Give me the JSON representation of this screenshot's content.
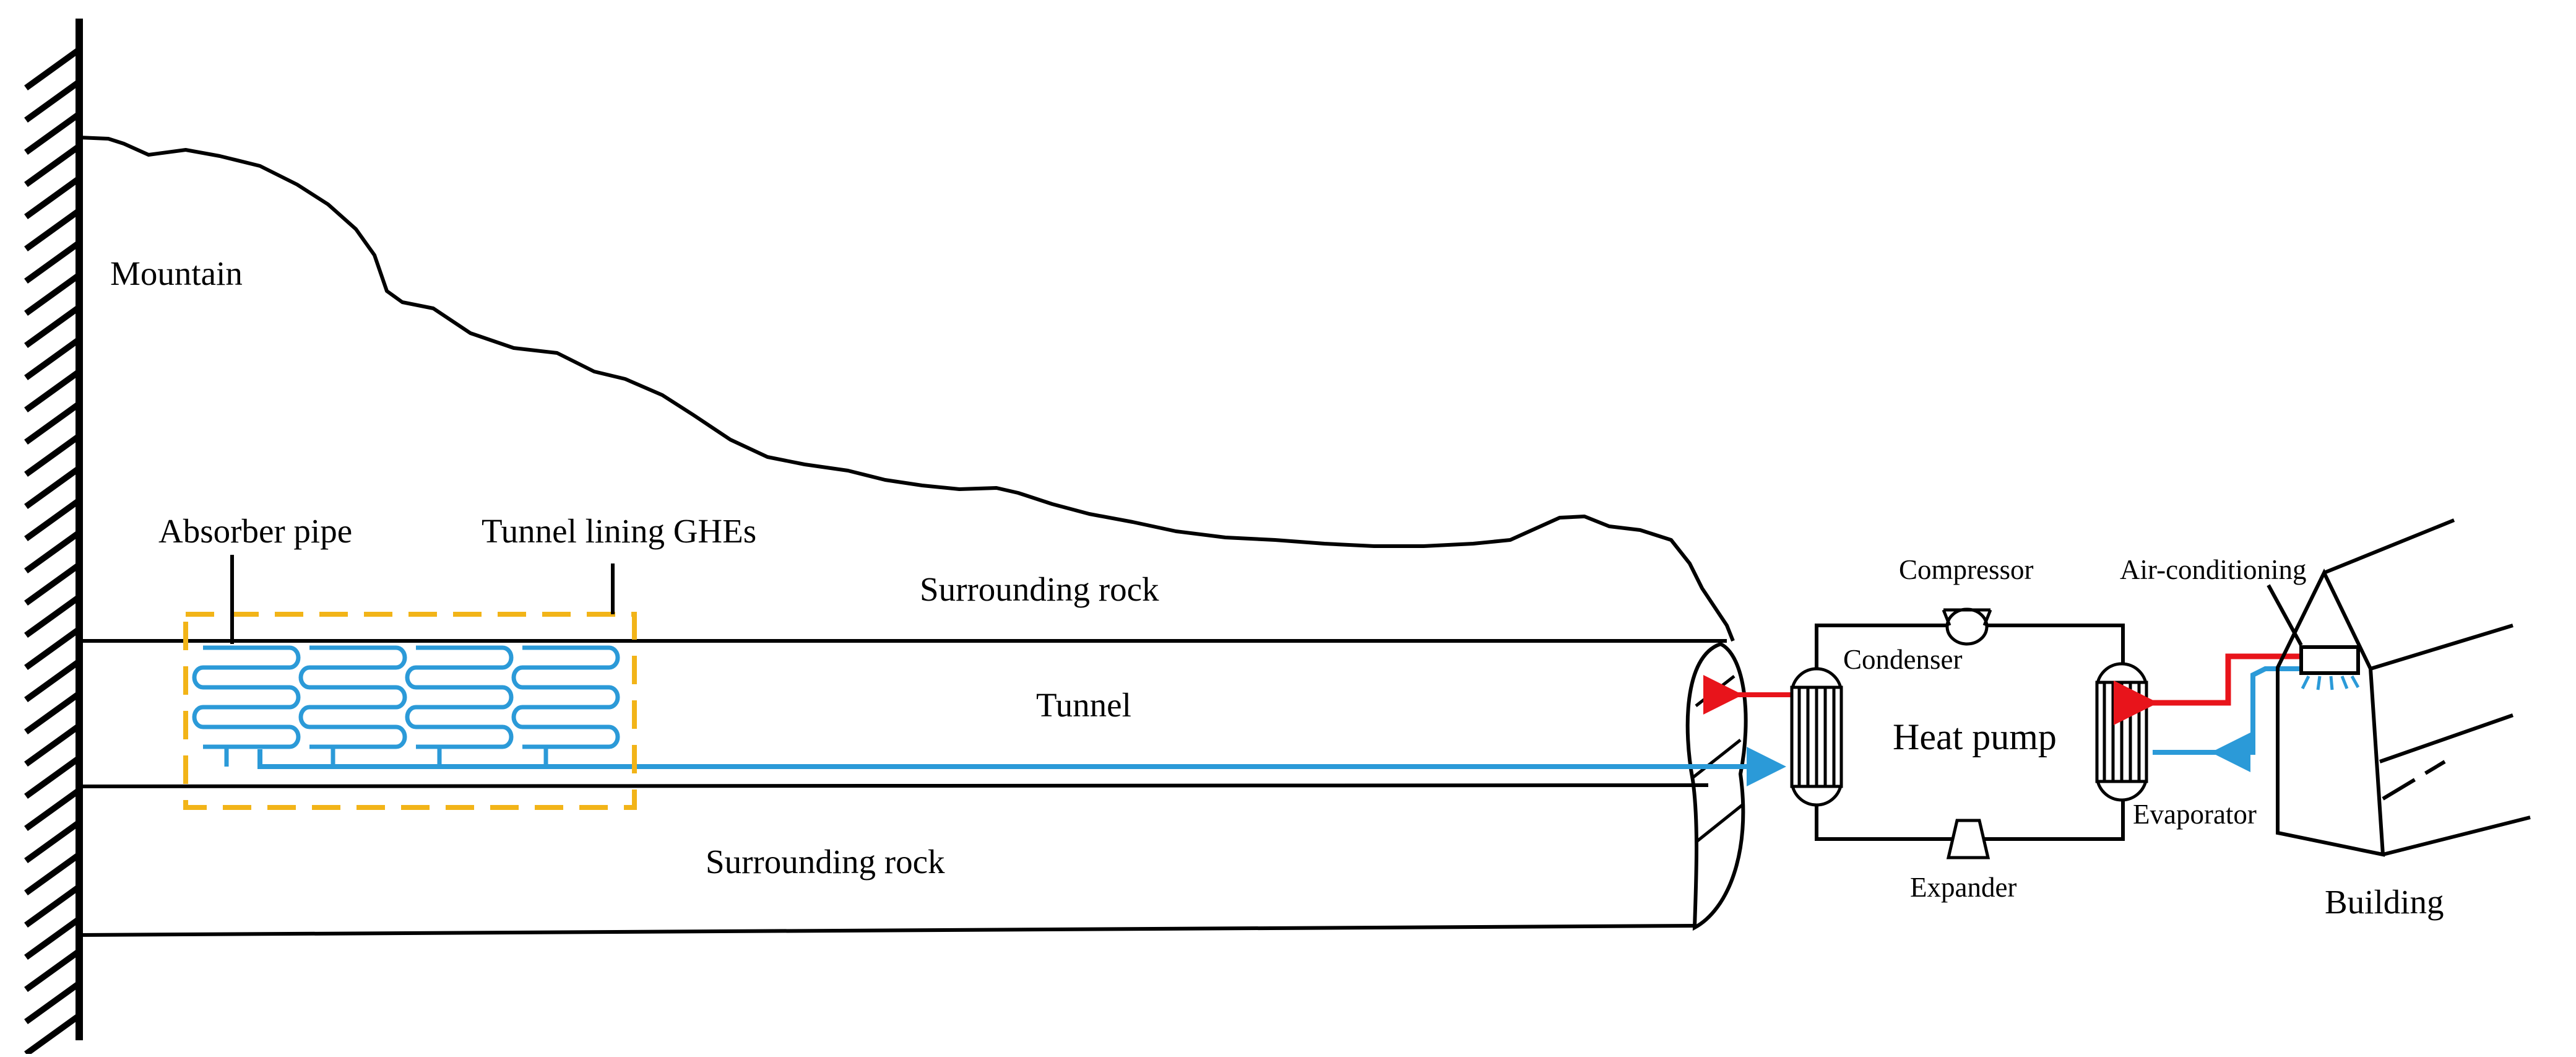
{
  "labels": {
    "mountain": "Mountain",
    "absorber_pipe": "Absorber pipe",
    "tunnel_lining_ghes": "Tunnel lining GHEs",
    "surrounding_rock_upper": "Surrounding rock",
    "tunnel": "Tunnel",
    "surrounding_rock_lower": "Surrounding rock",
    "compressor": "Compressor",
    "condenser": "Condenser",
    "heat_pump": "Heat pump",
    "expander": "Expander",
    "evaporator": "Evaporator",
    "air_conditioning": "Air-conditioning",
    "building": "Building"
  },
  "colors": {
    "hot_flow": "#e8141b",
    "cold_flow": "#2b9ad8",
    "ghe_boundary": "#f2b418",
    "line": "#000000"
  },
  "absorber_coil_count": 4
}
